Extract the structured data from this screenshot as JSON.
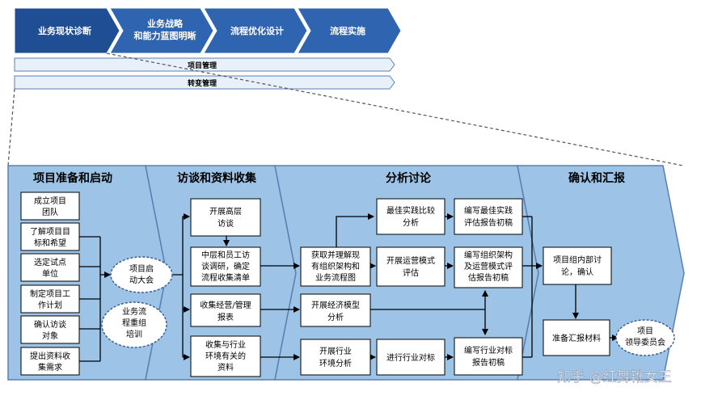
{
  "top_phases": [
    "业务现状诊断",
    [
      "业务战略",
      "和能力蓝图明晰"
    ],
    "流程优化设计",
    "流程实施"
  ],
  "bars": [
    "项目管理",
    "转变管理"
  ],
  "stages": [
    "项目准备和启动",
    "访谈和资料收集",
    "分析讨论",
    "确认和汇报"
  ],
  "prep_tasks": [
    [
      "成立项目",
      "团队"
    ],
    [
      "了解项目目",
      "标和希望"
    ],
    [
      "选定试点",
      "单位"
    ],
    [
      "制定项目工",
      "作计划"
    ],
    [
      "确认访谈",
      "对象"
    ],
    [
      "提出资料收",
      "集需求"
    ]
  ],
  "ellipses": {
    "kickoff": [
      "项目启",
      "动大会"
    ],
    "training": [
      "业务流",
      "程重组",
      "培训"
    ],
    "committee": [
      "项目",
      "领导委员会"
    ]
  },
  "interview_tasks": [
    [
      "开展高层",
      "访谈"
    ],
    [
      "中层和员工访",
      "谈调研，确定",
      "流程收集清单"
    ],
    [
      "收集经营/管理",
      "报表"
    ],
    [
      "收集与行业",
      "环境有关的",
      "资料"
    ]
  ],
  "analysis": {
    "col1": [
      [
        "获取并理解现",
        "有组织架构和",
        "业务流程图"
      ],
      [
        "开展经济模型",
        "分析"
      ],
      [
        "开展行业",
        "环境分析"
      ]
    ],
    "col2": [
      [
        "最佳实践比较",
        "分析"
      ],
      [
        "开展运营模式",
        "评估"
      ],
      [
        "进行行业对标"
      ]
    ],
    "col3": [
      [
        "编写最佳实践",
        "评估报告初稿"
      ],
      [
        "编写组织架构",
        "及运营模式评",
        "估报告初稿"
      ],
      [
        "编写行业对标",
        "报告初稿"
      ]
    ]
  },
  "confirm_tasks": [
    [
      "项目组内部讨",
      "论，确认"
    ],
    [
      "准备汇报材料"
    ]
  ],
  "watermark": "知乎 @红舞靴女王",
  "colors": {
    "phase_active": "#1f4e95",
    "phase_inactive": "#2e64b0",
    "panel_fill": "#9dc3e6",
    "panel_border": "#5b7fb5",
    "bar_fill": "#e8f1fa",
    "arrow": "#000000"
  }
}
